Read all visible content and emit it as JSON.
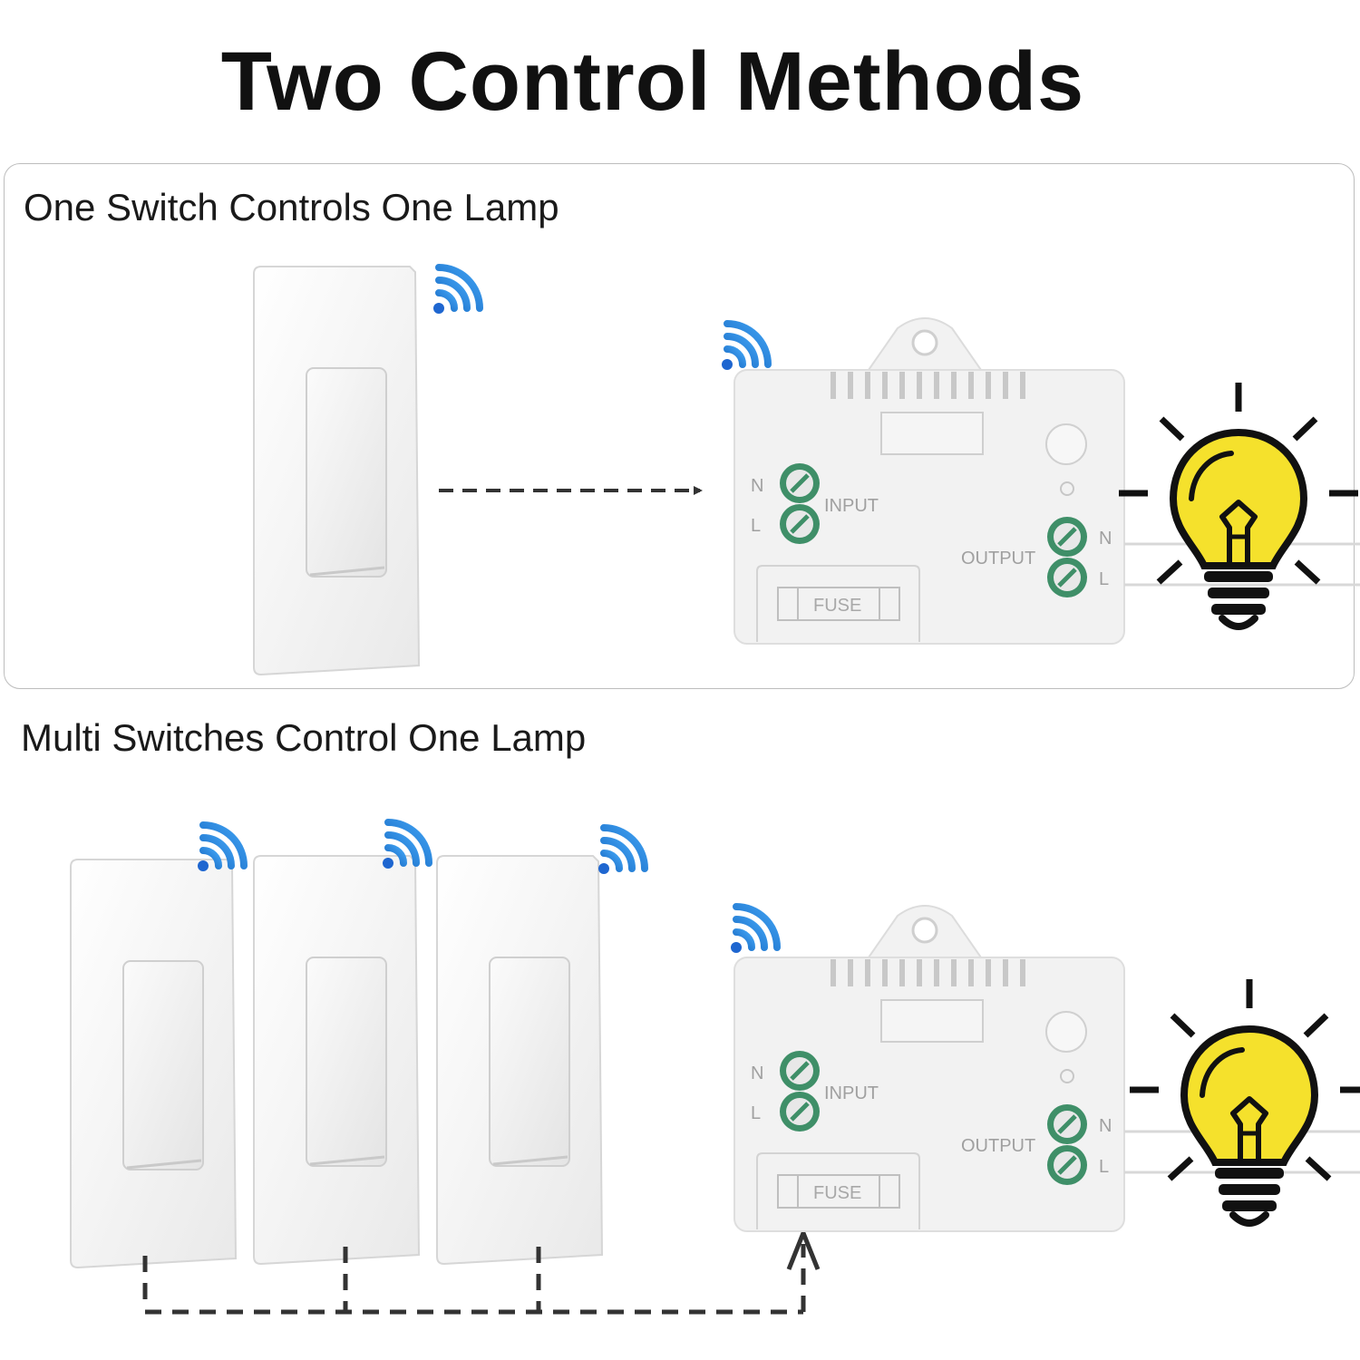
{
  "title": "Two Control Methods",
  "section1": {
    "label": "One Switch Controls One Lamp"
  },
  "section2": {
    "label": "Multi Switches Control One Lamp"
  },
  "module": {
    "input_label": "INPUT",
    "output_label": "OUTPUT",
    "fuse_label": "FUSE",
    "n_label": "N",
    "l_label": "L"
  },
  "colors": {
    "wifi": "#1e88e5",
    "lamp": "#f5e12c",
    "terminal": "#3f8f68"
  }
}
